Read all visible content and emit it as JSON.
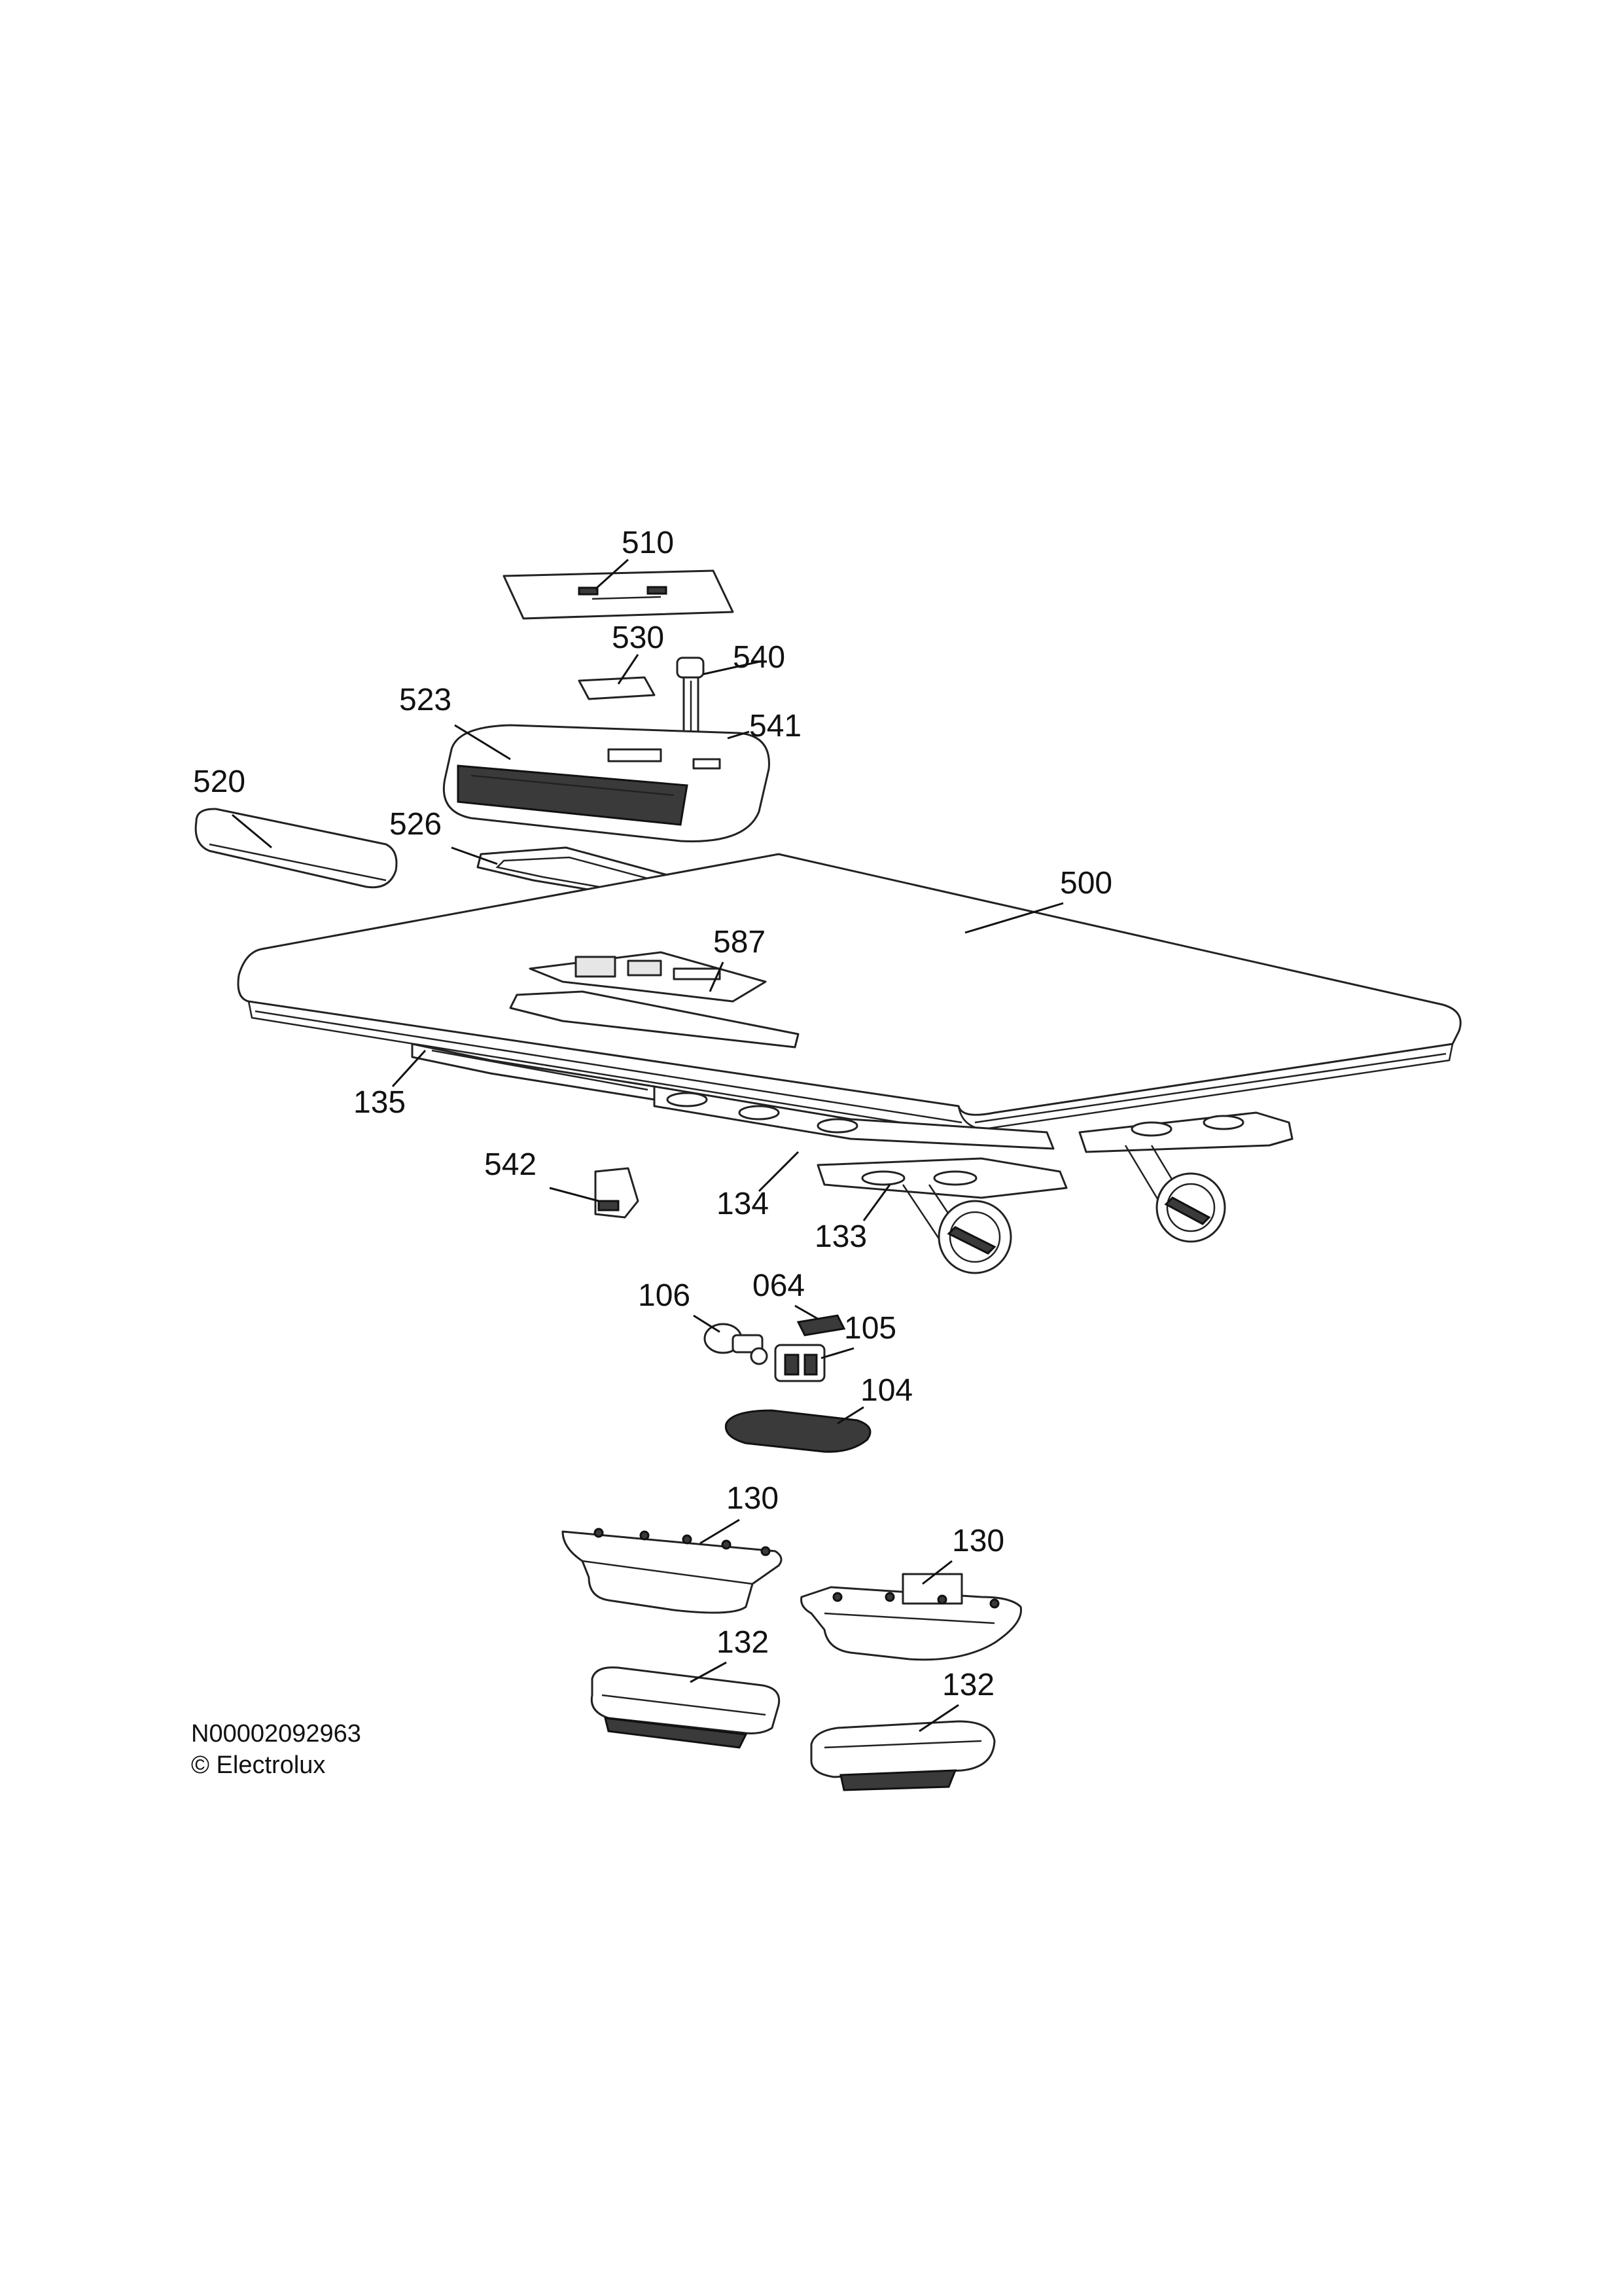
{
  "callouts": [
    {
      "id": "510",
      "label": "510"
    },
    {
      "id": "530",
      "label": "530"
    },
    {
      "id": "540",
      "label": "540"
    },
    {
      "id": "541",
      "label": "541"
    },
    {
      "id": "523",
      "label": "523"
    },
    {
      "id": "520",
      "label": "520"
    },
    {
      "id": "526",
      "label": "526"
    },
    {
      "id": "500",
      "label": "500"
    },
    {
      "id": "587",
      "label": "587"
    },
    {
      "id": "135",
      "label": "135"
    },
    {
      "id": "542",
      "label": "542"
    },
    {
      "id": "134",
      "label": "134"
    },
    {
      "id": "133",
      "label": "133"
    },
    {
      "id": "064",
      "label": "064"
    },
    {
      "id": "106",
      "label": "106"
    },
    {
      "id": "105",
      "label": "105"
    },
    {
      "id": "104",
      "label": "104"
    },
    {
      "id": "130a",
      "label": "130"
    },
    {
      "id": "130b",
      "label": "130"
    },
    {
      "id": "132a",
      "label": "132"
    },
    {
      "id": "132b",
      "label": "132"
    }
  ],
  "footer": {
    "doc_number": "N00002092963",
    "copyright": "© Electrolux"
  }
}
